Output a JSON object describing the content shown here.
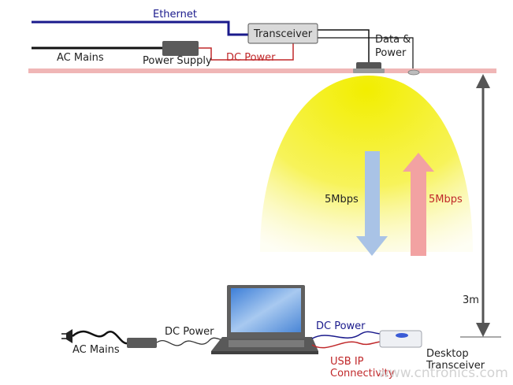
{
  "labels": {
    "ethernet": "Ethernet",
    "transceiver": "Transceiver",
    "data_power_line1": "Data &",
    "data_power_line2": "Power",
    "ac_mains_top": "AC Mains",
    "power_supply": "Power Supply",
    "dc_power_top": "DC Power",
    "downlink_rate": "5Mbps",
    "uplink_rate": "5Mbps",
    "height": "3m",
    "ac_mains_bottom": "AC Mains",
    "dc_power_left": "DC Power",
    "dc_power_right": "DC Power",
    "usb_line1": "USB IP",
    "usb_line2": "Connectivity",
    "desktop_line1": "Desktop",
    "desktop_line2": "Transceiver",
    "watermark": "www.cntronics.com"
  },
  "colors": {
    "ethernet_wire": "#1a1a8c",
    "dc_wire": "#c0282a",
    "mains_wire": "#111111",
    "ceiling": "#f0b6b6",
    "light_cone": "#f5f000",
    "down_arrow": "#a9c3e6",
    "up_arrow": "#f2a2a2",
    "transceiver_box": "#d9d9d9",
    "power_supply_box": "#5a5a5a"
  }
}
